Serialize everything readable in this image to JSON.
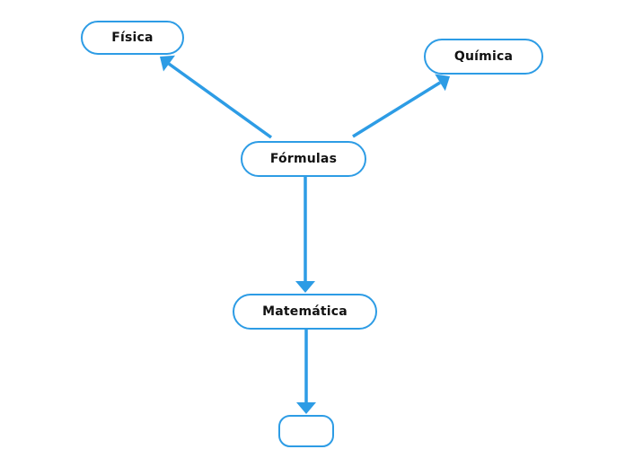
{
  "canvas": {
    "background": "#ffffff"
  },
  "colors": {
    "accent": "#2d9ce5",
    "node_fill": "#ffffff",
    "node_border": "#2d9ce5",
    "node_text": "#111111"
  },
  "mindmap": {
    "nodes": [
      {
        "id": "formulas",
        "label": "Fórmulas",
        "role": "root"
      },
      {
        "id": "fisica",
        "label": "Física",
        "role": "branch"
      },
      {
        "id": "quimica",
        "label": "Química",
        "role": "branch"
      },
      {
        "id": "matematica",
        "label": "Matemática",
        "role": "branch"
      },
      {
        "id": "new-node",
        "label": "",
        "role": "branch"
      }
    ],
    "edges": [
      {
        "from": "formulas",
        "to": "fisica",
        "arrowhead": "at-target"
      },
      {
        "from": "formulas",
        "to": "quimica",
        "arrowhead": "at-target"
      },
      {
        "from": "formulas",
        "to": "matematica",
        "arrowhead": "at-target"
      },
      {
        "from": "matematica",
        "to": "new-node",
        "arrowhead": "at-target"
      }
    ]
  }
}
